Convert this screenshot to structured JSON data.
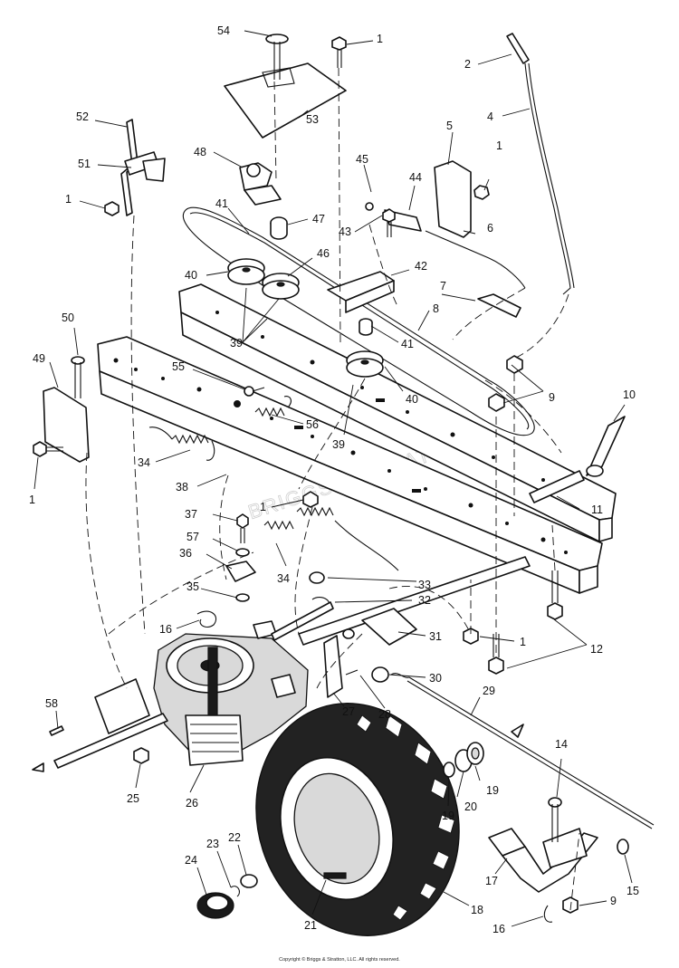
{
  "diagram": {
    "callouts": [
      {
        "id": "c54",
        "text": "54"
      },
      {
        "id": "c1a",
        "text": "1"
      },
      {
        "id": "c2",
        "text": "2"
      },
      {
        "id": "c4",
        "text": "4"
      },
      {
        "id": "c52",
        "text": "52"
      },
      {
        "id": "c53",
        "text": "53"
      },
      {
        "id": "c48",
        "text": "48"
      },
      {
        "id": "c51",
        "text": "51"
      },
      {
        "id": "c45",
        "text": "45"
      },
      {
        "id": "c5",
        "text": "5"
      },
      {
        "id": "c1b",
        "text": "1"
      },
      {
        "id": "c1c",
        "text": "1"
      },
      {
        "id": "c44",
        "text": "44"
      },
      {
        "id": "c41a",
        "text": "41"
      },
      {
        "id": "c47",
        "text": "47"
      },
      {
        "id": "c43",
        "text": "43"
      },
      {
        "id": "c46",
        "text": "46"
      },
      {
        "id": "c6",
        "text": "6"
      },
      {
        "id": "c42",
        "text": "42"
      },
      {
        "id": "c40a",
        "text": "40"
      },
      {
        "id": "c7",
        "text": "7"
      },
      {
        "id": "c8",
        "text": "8"
      },
      {
        "id": "c50",
        "text": "50"
      },
      {
        "id": "c41b",
        "text": "41"
      },
      {
        "id": "c39a",
        "text": "39"
      },
      {
        "id": "c49",
        "text": "49"
      },
      {
        "id": "c55",
        "text": "55"
      },
      {
        "id": "c40b",
        "text": "40"
      },
      {
        "id": "c9a",
        "text": "9"
      },
      {
        "id": "c10",
        "text": "10"
      },
      {
        "id": "c56",
        "text": "56"
      },
      {
        "id": "c39b",
        "text": "39"
      },
      {
        "id": "c34a",
        "text": "34"
      },
      {
        "id": "c1d",
        "text": "1"
      },
      {
        "id": "c38",
        "text": "38"
      },
      {
        "id": "c11",
        "text": "11"
      },
      {
        "id": "c1e",
        "text": "1"
      },
      {
        "id": "c37",
        "text": "37"
      },
      {
        "id": "c57",
        "text": "57"
      },
      {
        "id": "c36",
        "text": "36"
      },
      {
        "id": "c34b",
        "text": "34"
      },
      {
        "id": "c33",
        "text": "33"
      },
      {
        "id": "c35",
        "text": "35"
      },
      {
        "id": "c32",
        "text": "32"
      },
      {
        "id": "c16a",
        "text": "16"
      },
      {
        "id": "c31",
        "text": "31"
      },
      {
        "id": "c1f",
        "text": "1"
      },
      {
        "id": "c12",
        "text": "12"
      },
      {
        "id": "c30",
        "text": "30"
      },
      {
        "id": "c27",
        "text": "27"
      },
      {
        "id": "c28",
        "text": "28"
      },
      {
        "id": "c29",
        "text": "29"
      },
      {
        "id": "c58",
        "text": "58"
      },
      {
        "id": "c14",
        "text": "14"
      },
      {
        "id": "c19a",
        "text": "19"
      },
      {
        "id": "c25",
        "text": "25"
      },
      {
        "id": "c26",
        "text": "26"
      },
      {
        "id": "c20",
        "text": "20"
      },
      {
        "id": "c19b",
        "text": "19"
      },
      {
        "id": "c23",
        "text": "23"
      },
      {
        "id": "c22",
        "text": "22"
      },
      {
        "id": "c24",
        "text": "24"
      },
      {
        "id": "c17",
        "text": "17"
      },
      {
        "id": "c15",
        "text": "15"
      },
      {
        "id": "c18",
        "text": "18"
      },
      {
        "id": "c9b",
        "text": "9"
      },
      {
        "id": "c21",
        "text": "21"
      },
      {
        "id": "c16b",
        "text": "16"
      }
    ],
    "watermark": "BRIGGS & STRATTON",
    "copyright": "Copyright © Briggs & Stratton, LLC. All rights reserved."
  }
}
